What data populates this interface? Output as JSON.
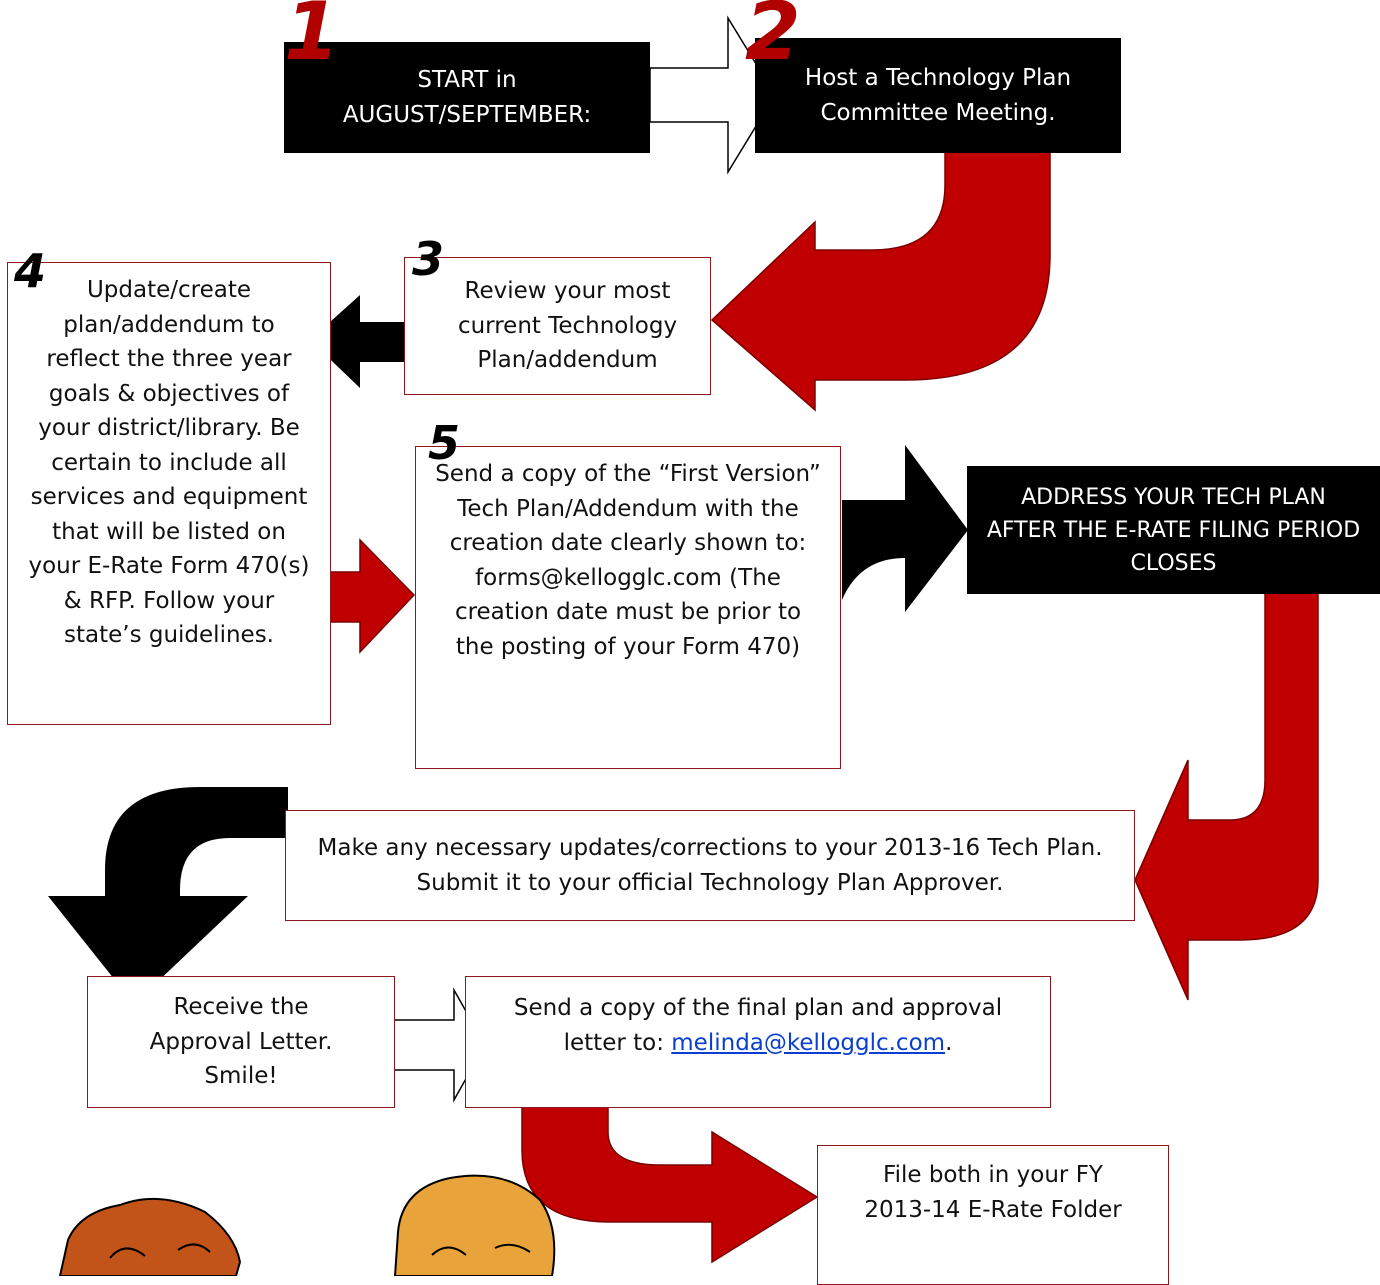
{
  "colors": {
    "red": "#c00000",
    "dark": "#000000",
    "border": "#8b1a1a",
    "link": "#0a3fcf"
  },
  "steps": [
    {
      "number": "1",
      "text": "START in AUGUST/SEPTEMBER:"
    },
    {
      "number": "2",
      "text": "Host a Technology Plan Committee Meeting."
    },
    {
      "number": "3",
      "text": "Review your most current Technology Plan/addendum"
    },
    {
      "number": "4",
      "text": "Update/create plan/addendum to reflect the three year goals & objectives of your district/library. Be certain to include all services and equipment that will be listed on your E-Rate Form 470(s) & RFP. Follow your state’s guidelines."
    },
    {
      "number": "5",
      "text": "Send a copy of the “First Version” Tech Plan/Addendum with the creation date clearly shown to: forms@kellogglc.com (The creation date must be prior to the posting of your Form 470)"
    }
  ],
  "boxes": {
    "address": "ADDRESS YOUR TECH PLAN AFTER THE E-RATE FILING PERIOD CLOSES",
    "updates": "Make any necessary updates/corrections to your 2013-16 Tech Plan.  Submit it to your official Technology Plan Approver.",
    "receive": "Receive the Approval Letter. Smile!",
    "send_final_prefix": "Send a copy of the final plan and approval letter to: ",
    "send_final_email": "melinda@kellogglc.com",
    "send_final_suffix": ".",
    "file": "File both in your FY 2013-14 E-Rate Folder"
  },
  "icons": [
    "hollow-arrow-icon",
    "red-curved-arrow-icon",
    "black-arrow-icon",
    "black-curved-arrow-icon",
    "cartoon-faces-icon"
  ]
}
